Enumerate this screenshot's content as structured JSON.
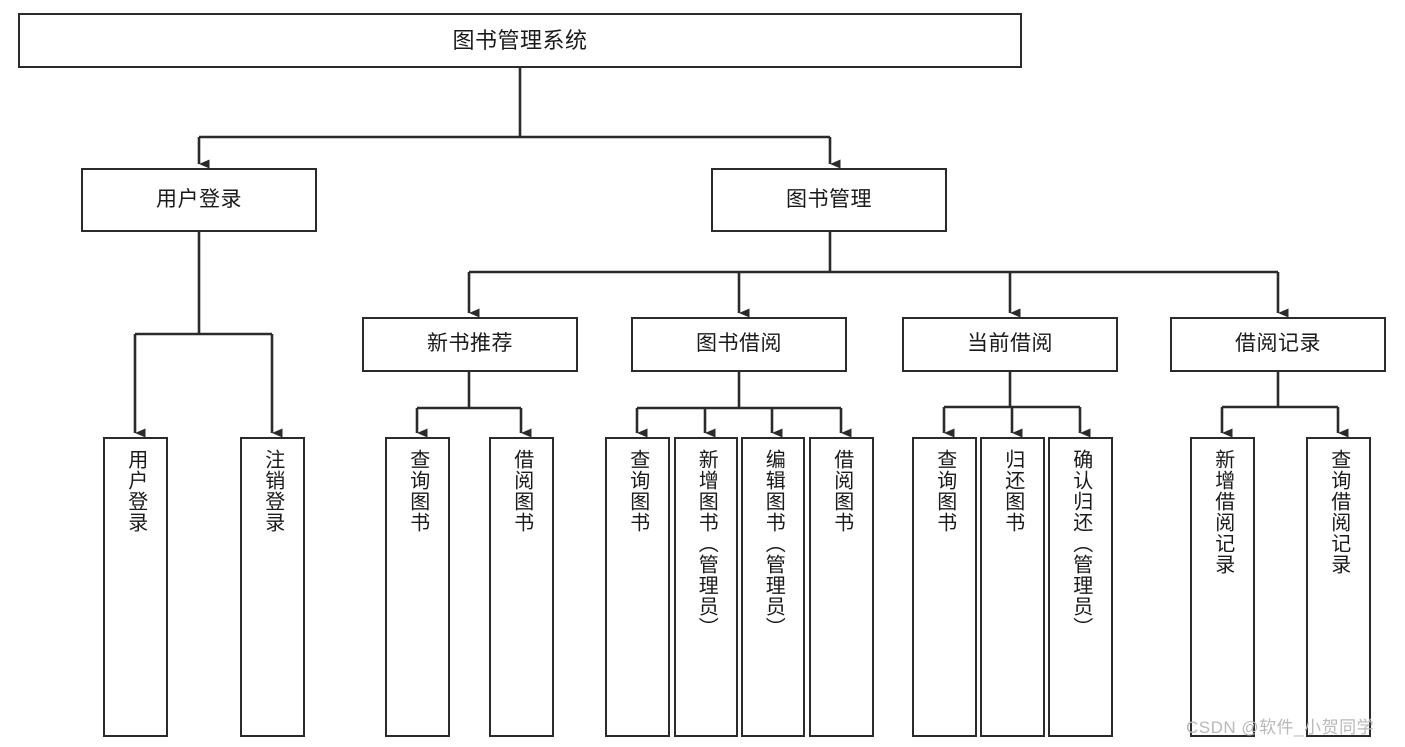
{
  "diagram": {
    "title": "图书管理系统",
    "type": "tree-hierarchy-chart",
    "stroke_color": "#2b2b2b",
    "fill_color": "#ffffff",
    "root": {
      "id": "root",
      "label": "图书管理系统"
    },
    "level2": [
      {
        "id": "user-login",
        "label": "用户登录"
      },
      {
        "id": "book-management",
        "label": "图书管理"
      }
    ],
    "level3": [
      {
        "id": "new-book-recommend",
        "label": "新书推荐"
      },
      {
        "id": "book-borrow",
        "label": "图书借阅"
      },
      {
        "id": "current-borrow",
        "label": "当前借阅"
      },
      {
        "id": "borrow-record",
        "label": "借阅记录"
      }
    ],
    "leaves": {
      "user_login": [
        {
          "id": "leaf-user-login",
          "label": "用户登录"
        },
        {
          "id": "leaf-logout-login",
          "label": "注销登录"
        }
      ],
      "new_book_recommend": [
        {
          "id": "leaf-query-book-1",
          "label": "查询图书"
        },
        {
          "id": "leaf-borrow-book-1",
          "label": "借阅图书"
        }
      ],
      "book_borrow": [
        {
          "id": "leaf-query-book-2",
          "label": "查询图书"
        },
        {
          "id": "leaf-add-book",
          "label": "新增图书（管理员）"
        },
        {
          "id": "leaf-edit-book",
          "label": "编辑图书（管理员）"
        },
        {
          "id": "leaf-borrow-book-2",
          "label": "借阅图书"
        }
      ],
      "current_borrow": [
        {
          "id": "leaf-query-book-3",
          "label": "查询图书"
        },
        {
          "id": "leaf-return-book",
          "label": "归还图书"
        },
        {
          "id": "leaf-confirm-return",
          "label": "确认归还（管理员）"
        }
      ],
      "borrow_record": [
        {
          "id": "leaf-add-record",
          "label": "新增借阅记录"
        },
        {
          "id": "leaf-query-record",
          "label": "查询借阅记录"
        }
      ]
    }
  },
  "watermark": {
    "text": "CSDN @软件_小贺同学"
  }
}
